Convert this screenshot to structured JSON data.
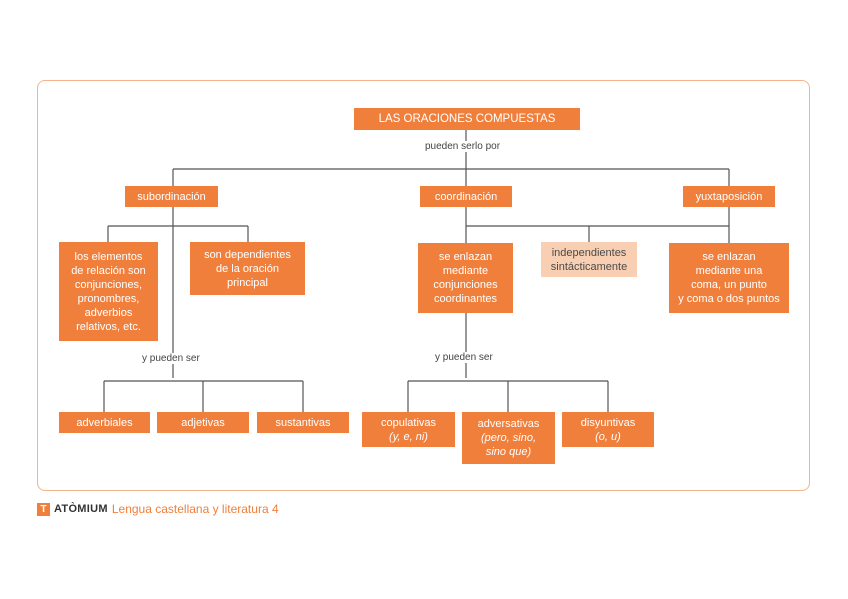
{
  "diagram": {
    "root": "LAS ORACIONES COMPUESTAS",
    "root_connector": "pueden serlo por",
    "subordinacion": {
      "label": "subordinación",
      "child_1": "los elementos\nde relación son\nconjunciones,\npronombres,\nadverbios\nrelativos, etc.",
      "child_2": "son dependientes\nde la oración\nprincipal",
      "connector": "y pueden ser",
      "types": [
        "adverbiales",
        "adjetivas",
        "sustantivas"
      ]
    },
    "coordinacion": {
      "label": "coordinación",
      "child_1": "se enlazan\nmediante\nconjunciones\ncoordinantes",
      "shared": "independientes\nsintácticamente",
      "connector": "y pueden ser",
      "types": [
        {
          "name": "copulativas",
          "examples": "(y, e, ni)"
        },
        {
          "name": "adversativas",
          "examples": "(pero, sino,\nsino que)"
        },
        {
          "name": "disyuntivas",
          "examples": "(o, u)"
        }
      ]
    },
    "yuxtaposicion": {
      "label": "yuxtaposición",
      "child_1": "se enlazan\nmediante una\ncoma, un punto\ny coma o dos puntos"
    }
  },
  "footer": {
    "logo_letter": "T",
    "brand": "ATÒMIUM",
    "book_title": "Lengua castellana y literatura 4"
  },
  "colors": {
    "accent": "#f07f3c",
    "light_box": "#f8cfb3",
    "frame": "#f2b48d",
    "lines": "#555555"
  }
}
